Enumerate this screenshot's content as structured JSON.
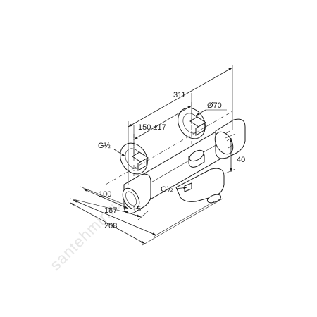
{
  "watermark": "santehmir.ru",
  "dimensions": {
    "overall_length": "311",
    "diameter": "Ø70",
    "center_distance": "150 ±17",
    "height": "40",
    "depth_body": "100",
    "depth_total": "187",
    "depth_max": "208",
    "offset": "15",
    "thread_left": "G½",
    "thread_outlet": "G½"
  }
}
